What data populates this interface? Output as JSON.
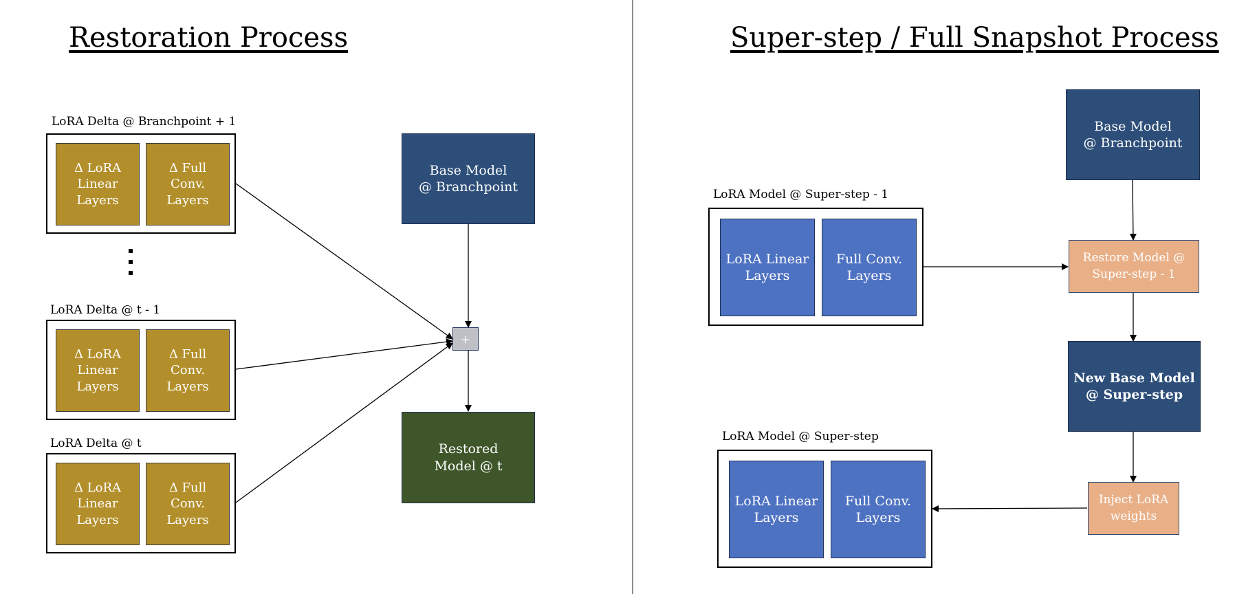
{
  "titles": {
    "left": "Restoration Process",
    "right": "Super-step / Full Snapshot Process"
  },
  "restoration": {
    "groups": [
      {
        "label": "LoRA Delta @ Branchpoint + 1",
        "boxes": [
          "Δ LoRA\nLinear\nLayers",
          "Δ Full\nConv.\nLayers"
        ]
      },
      {
        "label": "LoRA Delta @  t - 1",
        "boxes": [
          "Δ LoRA\nLinear\nLayers",
          "Δ Full\nConv.\nLayers"
        ]
      },
      {
        "label": "LoRA Delta @ t",
        "boxes": [
          "Δ LoRA\nLinear\nLayers",
          "Δ Full\nConv.\nLayers"
        ]
      }
    ],
    "base_model": "Base Model\n@ Branchpoint",
    "plus": "+",
    "restored_model": "Restored\nModel @ t"
  },
  "superstep": {
    "base_model": "Base Model\n@ Branchpoint",
    "prev_group": {
      "label": "LoRA Model @ Super-step - 1",
      "boxes": [
        "LoRA Linear\nLayers",
        "Full Conv.\nLayers"
      ]
    },
    "restore": "Restore Model @\nSuper-step - 1",
    "new_base": "New Base Model\n@ Super-step",
    "inject": "Inject LoRA\nweights",
    "new_group": {
      "label": "LoRA Model @ Super-step",
      "boxes": [
        "LoRA Linear\nLayers",
        "Full Conv.\nLayers"
      ]
    }
  },
  "colors": {
    "delta_box": "#b38f2b",
    "base_model": "#2d4e79",
    "restored_model": "#3e562a",
    "lora_box": "#4e72c2",
    "process_box": "#e9b088"
  }
}
